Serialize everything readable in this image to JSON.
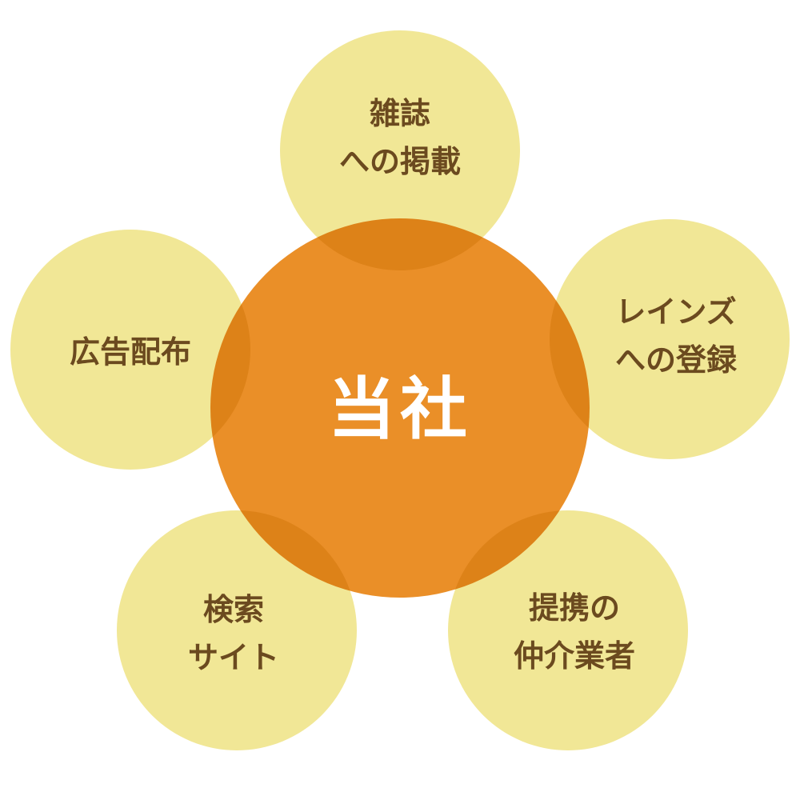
{
  "center": {
    "label": "当社",
    "color": "#EA8F28"
  },
  "satellite_color": "#F1E796",
  "text_color": "#6B4A1F",
  "nodes": [
    {
      "line1": "雑誌",
      "line2": "への掲載"
    },
    {
      "line1": "レインズ",
      "line2": "への登録"
    },
    {
      "line1": "提携の",
      "line2": "仲介業者"
    },
    {
      "line1": "検索",
      "line2": "サイト"
    },
    {
      "line1": "広告配布",
      "line2": ""
    }
  ]
}
